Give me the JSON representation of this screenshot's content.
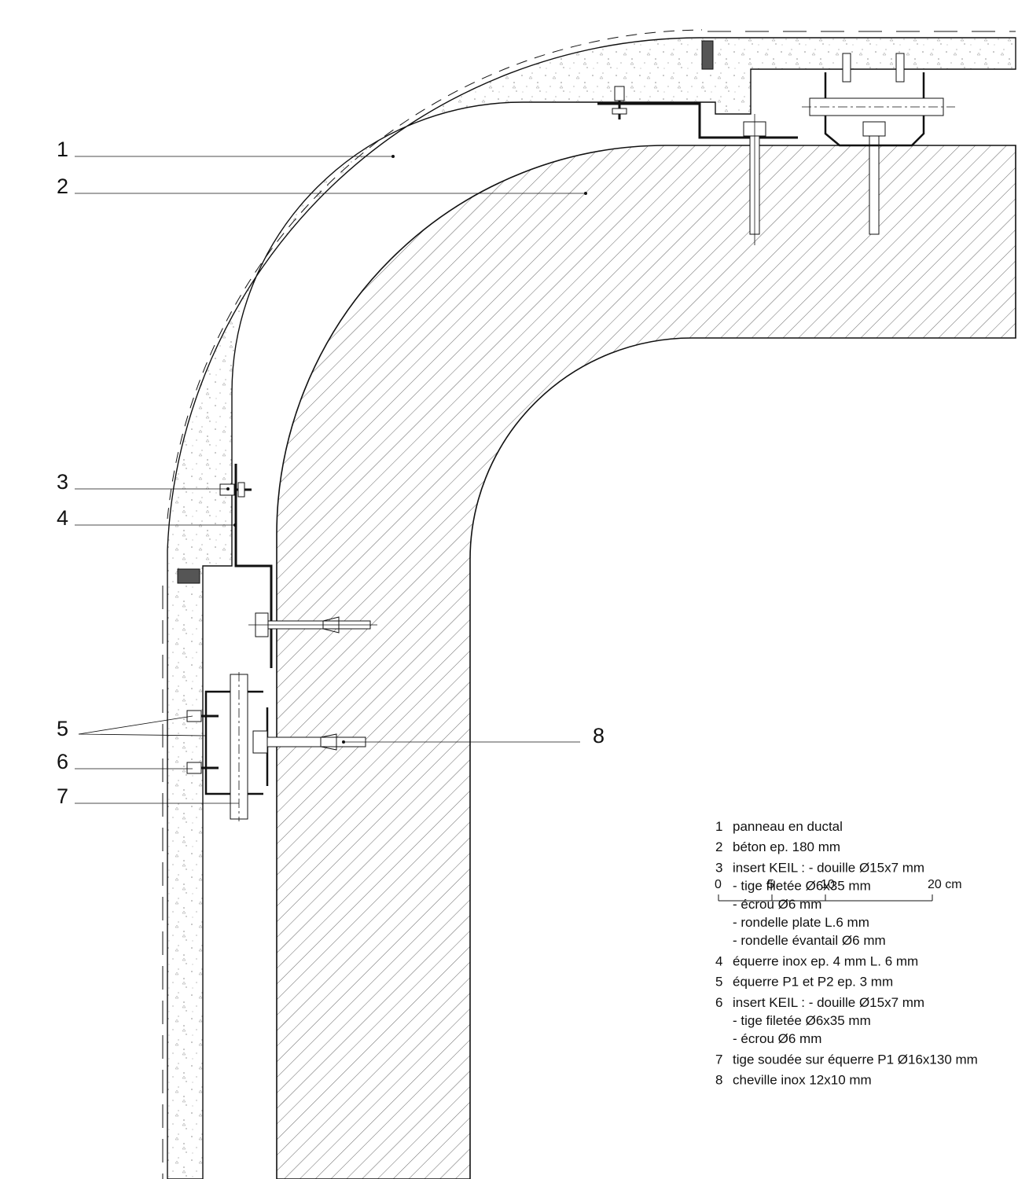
{
  "callouts": [
    {
      "num": "1",
      "target": "panel"
    },
    {
      "num": "2",
      "target": "concrete"
    },
    {
      "num": "3",
      "target": "insert-keil-upper"
    },
    {
      "num": "4",
      "target": "stainless-bracket"
    },
    {
      "num": "5",
      "target": "bracket-p1-p2"
    },
    {
      "num": "6",
      "target": "insert-keil-lower"
    },
    {
      "num": "7",
      "target": "welded-rod"
    },
    {
      "num": "8",
      "target": "anchor"
    }
  ],
  "legend": [
    {
      "num": "1",
      "lines": [
        "panneau en ductal"
      ]
    },
    {
      "num": "2",
      "lines": [
        "béton ep. 180 mm"
      ]
    },
    {
      "num": "3",
      "lines": [
        "insert KEIL : - douille Ø15x7 mm",
        "- tige filetée Ø6x35 mm",
        "- écrou Ø6 mm",
        "- rondelle plate L.6 mm",
        "- rondelle évantail Ø6 mm"
      ]
    },
    {
      "num": "4",
      "lines": [
        "équerre inox ep. 4 mm L. 6 mm"
      ]
    },
    {
      "num": "5",
      "lines": [
        "équerre P1 et P2 ep. 3 mm"
      ]
    },
    {
      "num": "6",
      "lines": [
        "insert KEIL : - douille Ø15x7 mm",
        "- tige filetée Ø6x35 mm",
        "- écrou Ø6 mm"
      ]
    },
    {
      "num": "7",
      "lines": [
        "tige soudée sur équerre P1 Ø16x130 mm"
      ]
    },
    {
      "num": "8",
      "lines": [
        "cheville inox 12x10 mm"
      ]
    }
  ],
  "scale": {
    "ticks": [
      {
        "value": 0,
        "label": "0"
      },
      {
        "value": 5,
        "label": "5"
      },
      {
        "value": 10,
        "label": "10"
      },
      {
        "value": 20,
        "label": "20 cm"
      }
    ]
  },
  "colors": {
    "line": "#111111",
    "hatch": "#555555",
    "stipple": "#888888"
  }
}
